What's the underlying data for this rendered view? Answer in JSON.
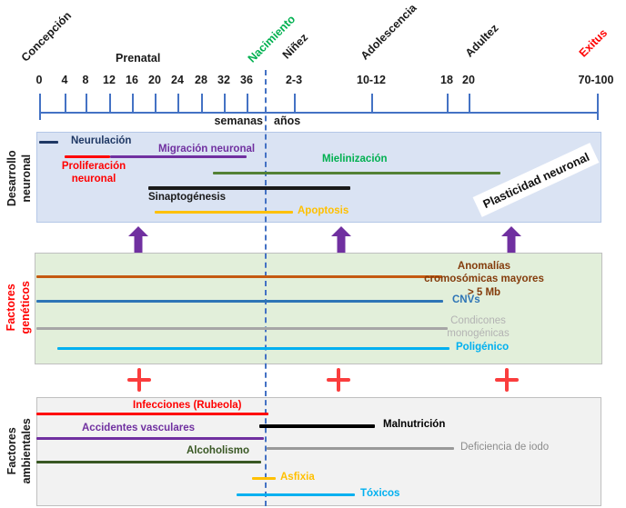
{
  "timeline": {
    "stages": {
      "concepcion": "Concepción",
      "prenatal": "Prenatal",
      "nacimiento": "Nacimiento",
      "ninez": "Niñez",
      "adolescencia": "Adolescencia",
      "adultez": "Adultez",
      "exitus": "Exitus"
    },
    "week_ticks": [
      "0",
      "4",
      "8",
      "12",
      "16",
      "20",
      "24",
      "28",
      "32",
      "36"
    ],
    "year_ticks": [
      "2-3",
      "10-12",
      "18",
      "20",
      "70-100"
    ],
    "unit_weeks": "semanas",
    "unit_years": "años"
  },
  "neural": {
    "title": "Desarrollo neuronal",
    "items": {
      "neurulacion": "Neurulación",
      "migracion": "Migración neuronal",
      "proliferacion": "Proliferación neuronal",
      "mielinizacion": "Mielinización",
      "sinaptogenesis": "Sinaptogénesis",
      "apoptosis": "Apoptosis",
      "plasticidad": "Plasticidad neuronal"
    }
  },
  "genetic": {
    "title": "Factores genéticos",
    "items": {
      "anomalias": "Anomalías cromosómicas mayores > 5 Mb",
      "cnvs": "CNVs",
      "monogenicas": "Condicones monogénicas",
      "poligenico": "Poligénico"
    }
  },
  "environment": {
    "title": "Factores ambientales",
    "items": {
      "infecciones": "Infecciones (Rubeola)",
      "accidentes": "Accidentes vasculares",
      "malnutricion": "Malnutrición",
      "alcoholismo": "Alcoholismo",
      "deficiencia": "Deficiencia de iodo",
      "asfixia": "Asfixia",
      "toxicos": "Tóxicos"
    }
  },
  "icons": {
    "up_arrow": "↑",
    "plus": "+"
  },
  "colors": {
    "panel_neural_bg": "#dae3f3",
    "panel_genetic_bg": "#e2efda",
    "panel_environment_bg": "#f2f2f2",
    "axis_blue": "#4472c4",
    "nacimiento_green": "#00b050",
    "exitus_red": "#ff0000",
    "arrow_purple": "#7030a0",
    "plus_red": "#fa3d3d",
    "neurulacion": "#1f3864",
    "proliferacion": "#ff0000",
    "migracion": "#7030a0",
    "mielinizacion_line": "#538135",
    "mielinizacion_text": "#00b050",
    "sinaptogenesis": "#1a1a1a",
    "apoptosis": "#ffc000",
    "anomalias_line": "#c55a11",
    "anomalias_text": "#843c0c",
    "cnvs": "#2e75b6",
    "monogenicas_line": "#a6a6a6",
    "monogenicas_text": "#b3b3b3",
    "poligenico": "#00b0f0",
    "infecciones": "#ff0000",
    "accidentes": "#7030a0",
    "malnutricion": "#000000",
    "alcoholismo": "#385723",
    "deficiencia": "#8c8c8c",
    "asfixia": "#ffc000",
    "toxicos": "#00b0f0"
  }
}
